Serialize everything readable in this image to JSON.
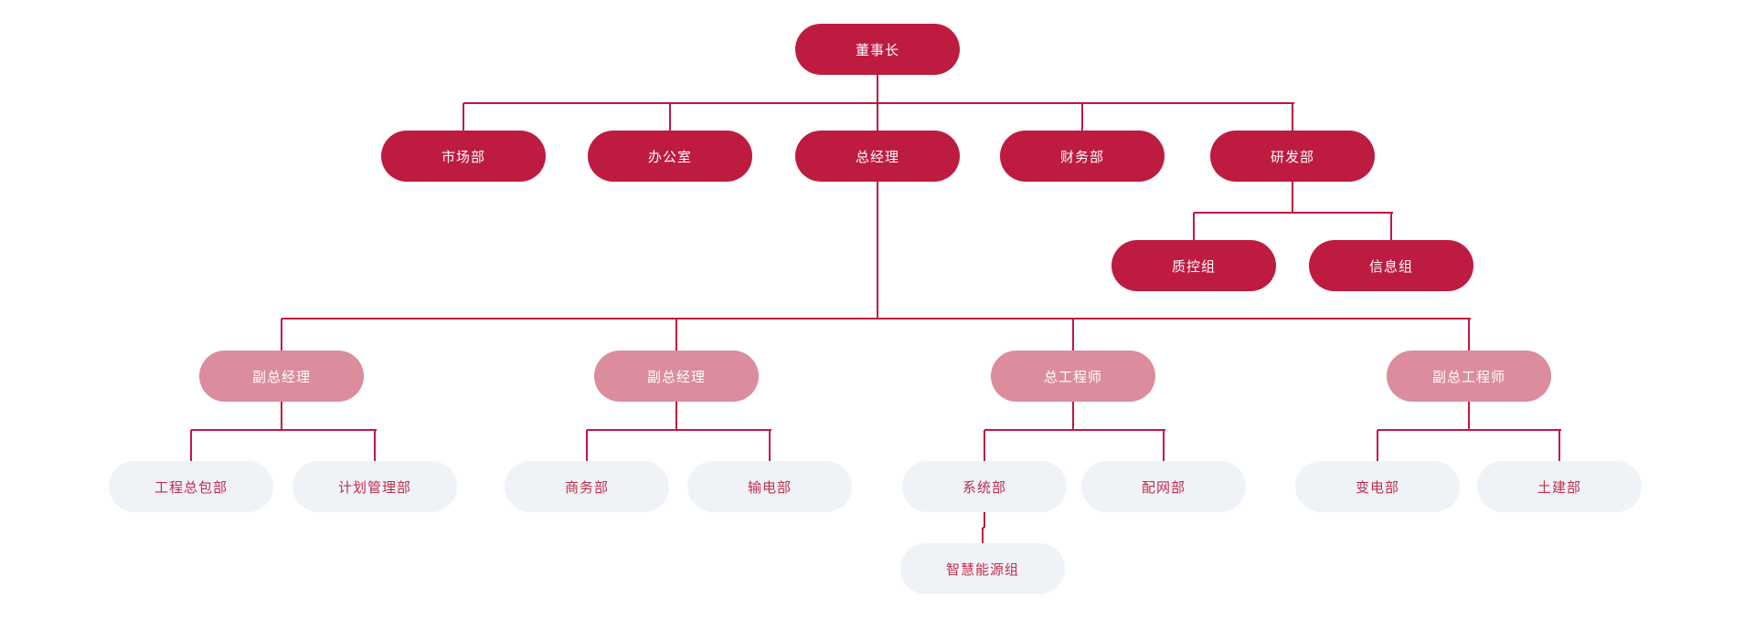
{
  "page": {
    "background": "#ffffff",
    "title": "组织架构图"
  },
  "palette": {
    "primary_fill": "#BE1B41",
    "secondary_fill": "#DB8C9D",
    "leaf_fill": "#EFF3F8",
    "leaf_text": "#C22C4B",
    "fill_text": "#FFFFFF",
    "line": "#C11743"
  },
  "org_chart": {
    "type": "org-tree",
    "nodes": [
      {
        "id": "chairman",
        "label": "董事长",
        "variant": "primary",
        "parent": null
      },
      {
        "id": "marketing",
        "label": "市场部",
        "variant": "primary",
        "parent": "chairman"
      },
      {
        "id": "office",
        "label": "办公室",
        "variant": "primary",
        "parent": "chairman"
      },
      {
        "id": "gm",
        "label": "总经理",
        "variant": "primary",
        "parent": "chairman"
      },
      {
        "id": "finance",
        "label": "财务部",
        "variant": "primary",
        "parent": "chairman"
      },
      {
        "id": "rnd",
        "label": "研发部",
        "variant": "primary",
        "parent": "chairman"
      },
      {
        "id": "qc",
        "label": "质控组",
        "variant": "primary",
        "parent": "rnd"
      },
      {
        "id": "info",
        "label": "信息组",
        "variant": "primary",
        "parent": "rnd"
      },
      {
        "id": "dgm1",
        "label": "副总经理",
        "variant": "secondary",
        "parent": "gm"
      },
      {
        "id": "dgm2",
        "label": "副总经理",
        "variant": "secondary",
        "parent": "gm"
      },
      {
        "id": "chief_eng",
        "label": "总工程师",
        "variant": "secondary",
        "parent": "gm"
      },
      {
        "id": "deputy_chief_eng",
        "label": "副总工程师",
        "variant": "secondary",
        "parent": "gm"
      },
      {
        "id": "epc",
        "label": "工程总包部",
        "variant": "leaf",
        "parent": "dgm1"
      },
      {
        "id": "planning",
        "label": "计划管理部",
        "variant": "leaf",
        "parent": "dgm1"
      },
      {
        "id": "business",
        "label": "商务部",
        "variant": "leaf",
        "parent": "dgm2"
      },
      {
        "id": "transmission",
        "label": "输电部",
        "variant": "leaf",
        "parent": "dgm2"
      },
      {
        "id": "system",
        "label": "系统部",
        "variant": "leaf",
        "parent": "chief_eng"
      },
      {
        "id": "distribution",
        "label": "配网部",
        "variant": "leaf",
        "parent": "chief_eng"
      },
      {
        "id": "substation",
        "label": "变电部",
        "variant": "leaf",
        "parent": "deputy_chief_eng"
      },
      {
        "id": "civil",
        "label": "土建部",
        "variant": "leaf",
        "parent": "deputy_chief_eng"
      },
      {
        "id": "smart_energy",
        "label": "智慧能源组",
        "variant": "leaf",
        "parent": "system"
      }
    ]
  }
}
